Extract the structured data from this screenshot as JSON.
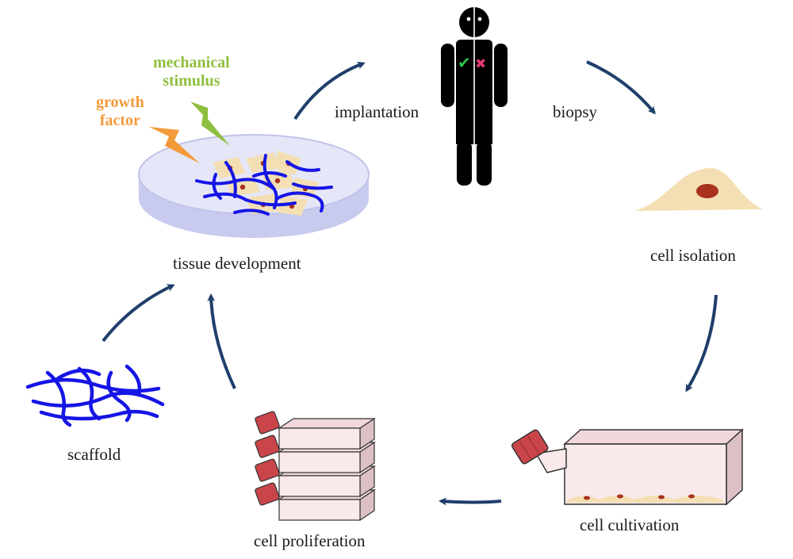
{
  "labels": {
    "implantation": "implantation",
    "biopsy": "biopsy",
    "cell_isolation": "cell isolation",
    "cell_cultivation": "cell cultivation",
    "cell_proliferation": "cell proliferation",
    "scaffold": "scaffold",
    "tissue_development": "tissue development",
    "mechanical_stimulus_line1": "mechanical",
    "mechanical_stimulus_line2": "stimulus",
    "growth_factor_line1": "growth",
    "growth_factor_line2": "factor"
  },
  "icons": {
    "check": "✔",
    "cross": "✖"
  },
  "colors": {
    "arrow": "#1f3f6b",
    "scaffold_fiber": "#1515e6",
    "mechanical": "#8fbf3f",
    "growth": "#f39a3a",
    "flask_body": "#f7e6e8",
    "flask_cap": "#c9454a",
    "cell": "#f3dfb3",
    "nucleus": "#a8321e",
    "dish": "#d7d9f3",
    "person": "#000000"
  }
}
